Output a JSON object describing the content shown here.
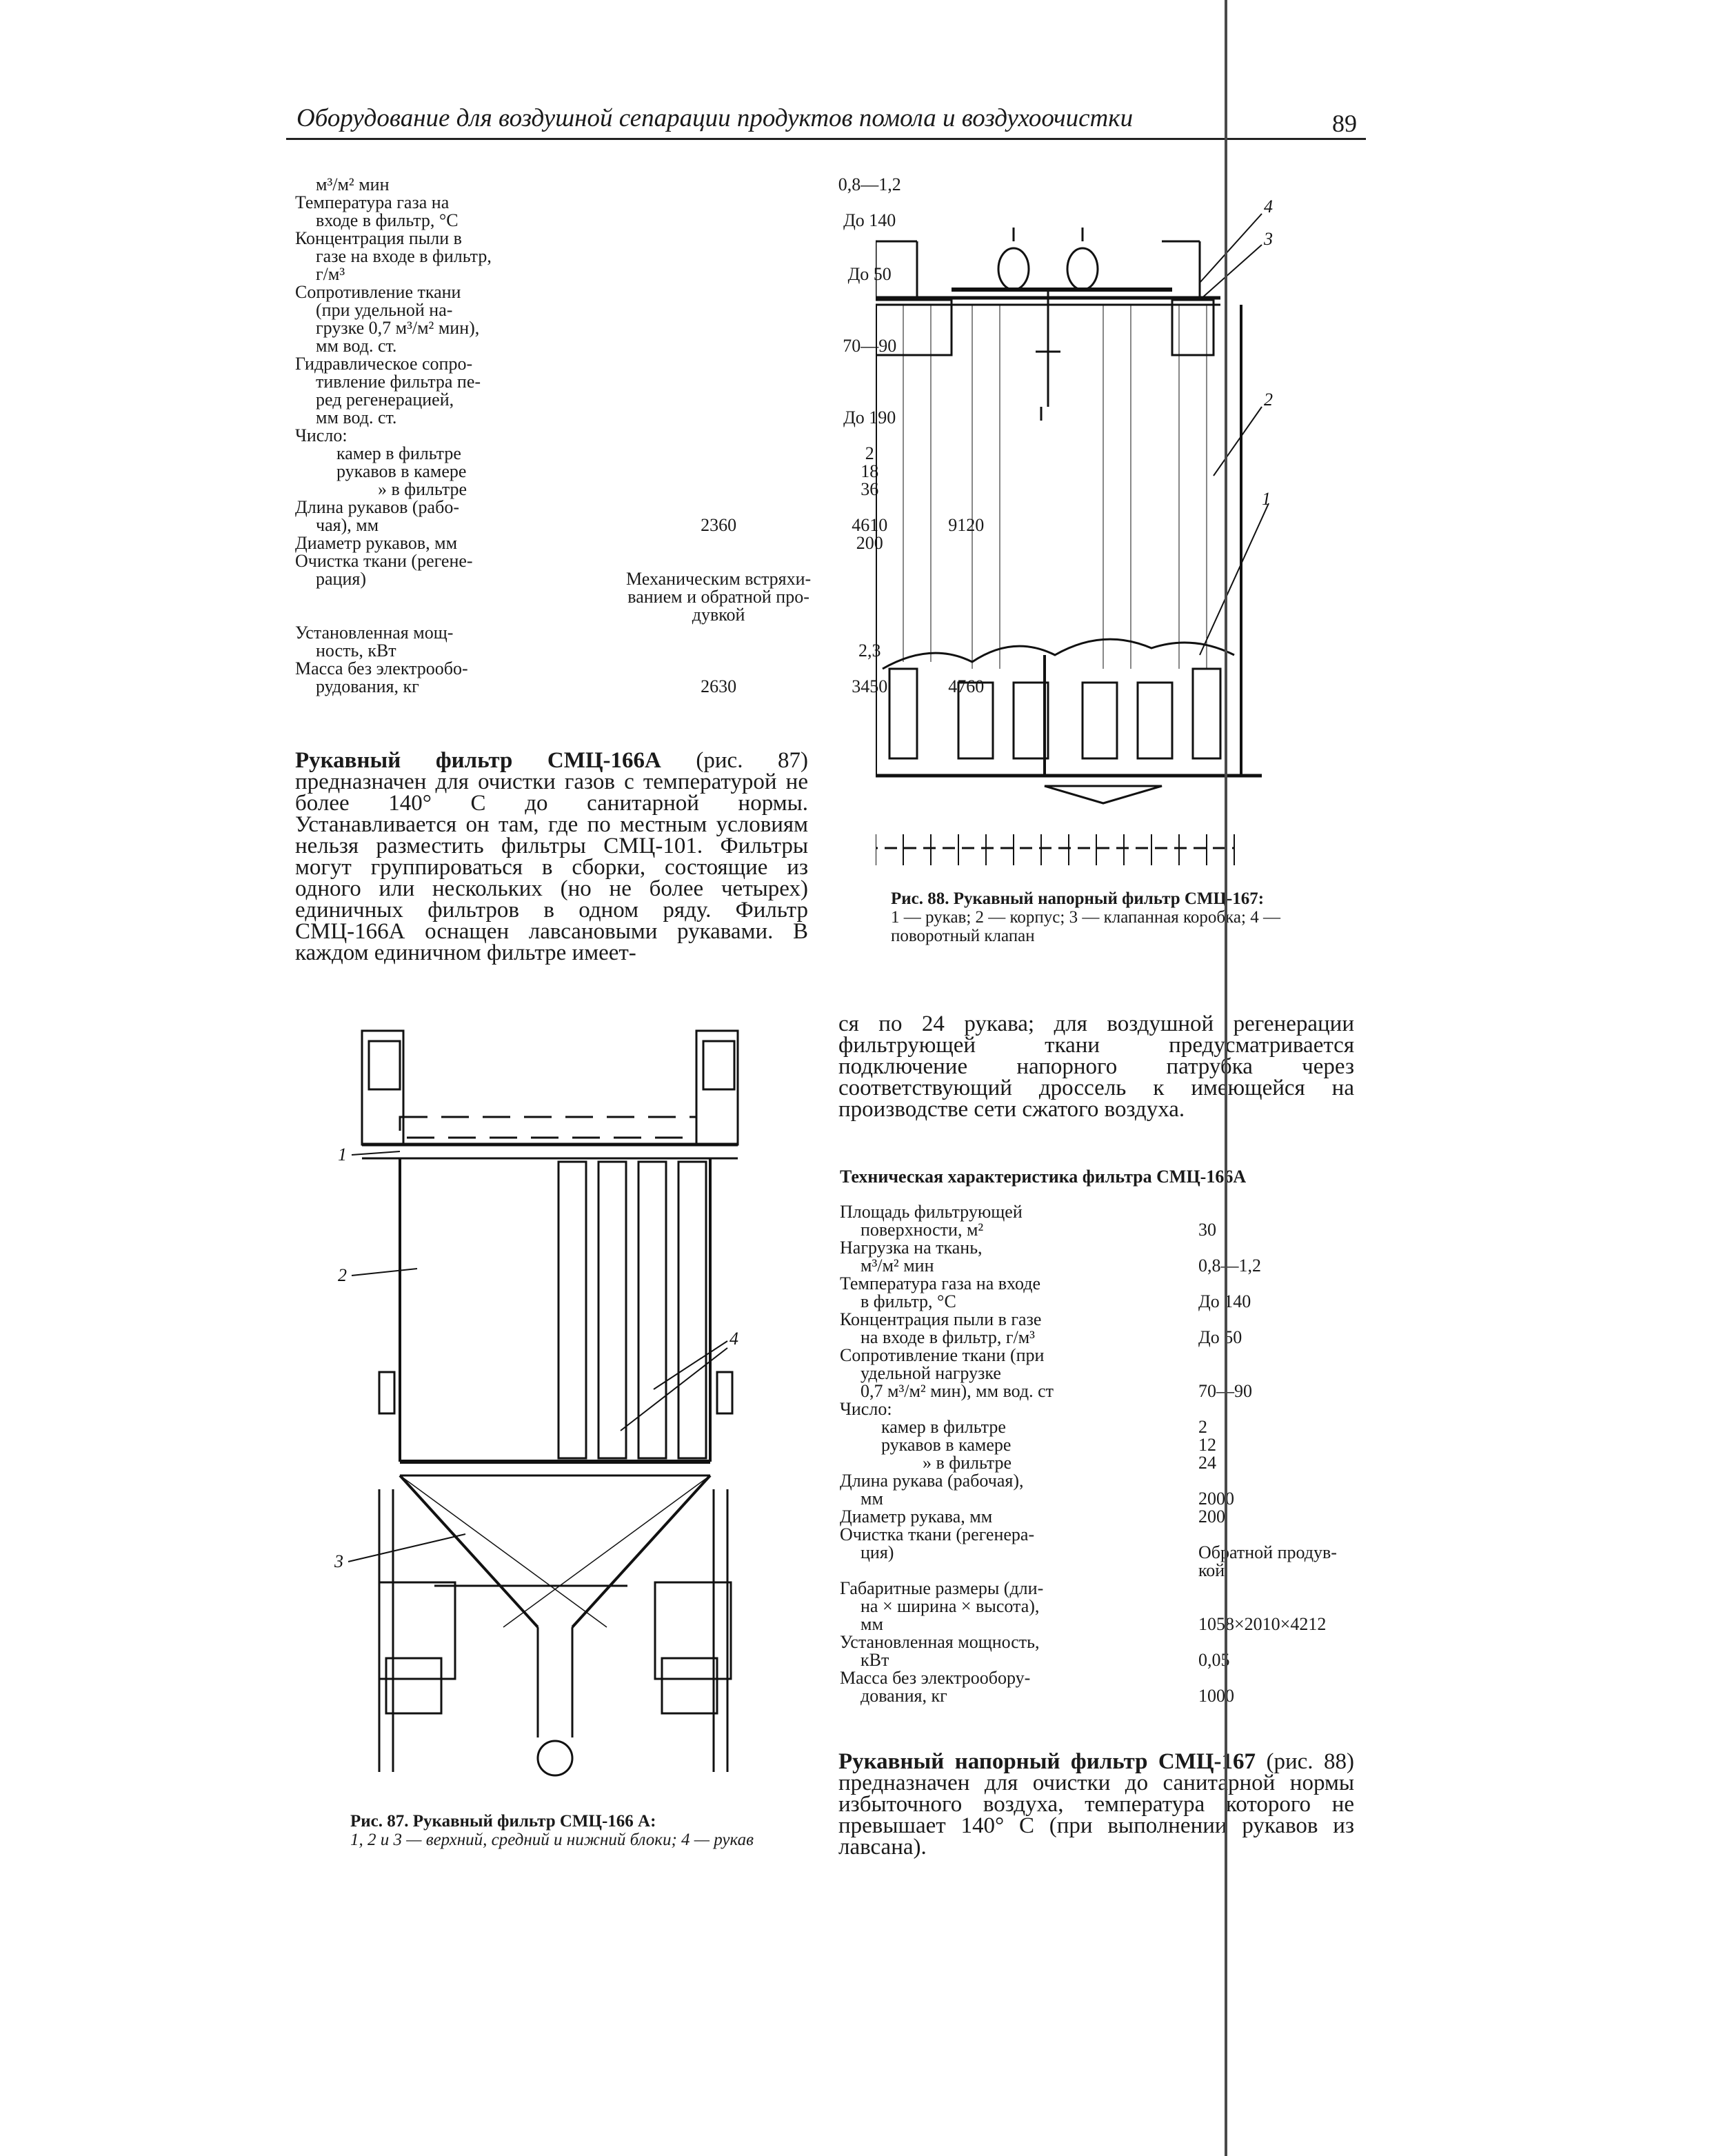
{
  "header": {
    "title": "Оборудование для воздушной сепарации продуктов помола и воздухоочистки",
    "page_number": "89"
  },
  "spec_table_1": {
    "rows": [
      {
        "label": "м³/м² мин",
        "a": "",
        "b": "0,8—1,2",
        "c": "",
        "indent": 1
      },
      {
        "label": "Температура газа на",
        "a": "",
        "b": "",
        "c": "",
        "indent": 0
      },
      {
        "label": "входе в фильтр, °С",
        "a": "",
        "b": "До 140",
        "c": "",
        "indent": 1
      },
      {
        "label": "Концентрация пыли в",
        "a": "",
        "b": "",
        "c": "",
        "indent": 0
      },
      {
        "label": "газе на входе в фильтр,",
        "a": "",
        "b": "",
        "c": "",
        "indent": 1
      },
      {
        "label": "г/м³",
        "a": "",
        "b": "До 50",
        "c": "",
        "indent": 1
      },
      {
        "label": "Сопротивление ткани",
        "a": "",
        "b": "",
        "c": "",
        "indent": 0
      },
      {
        "label": "(при удельной на-",
        "a": "",
        "b": "",
        "c": "",
        "indent": 1
      },
      {
        "label": "грузке 0,7 м³/м² мин),",
        "a": "",
        "b": "",
        "c": "",
        "indent": 1
      },
      {
        "label": "мм вод. ст.",
        "a": "",
        "b": "70—90",
        "c": "",
        "indent": 1
      },
      {
        "label": "Гидравлическое сопро-",
        "a": "",
        "b": "",
        "c": "",
        "indent": 0
      },
      {
        "label": "тивление фильтра пе-",
        "a": "",
        "b": "",
        "c": "",
        "indent": 1
      },
      {
        "label": "ред регенерацией,",
        "a": "",
        "b": "",
        "c": "",
        "indent": 1
      },
      {
        "label": "мм вод. ст.",
        "a": "",
        "b": "До 190",
        "c": "",
        "indent": 1
      },
      {
        "label": "Число:",
        "a": "",
        "b": "",
        "c": "",
        "indent": 0
      },
      {
        "label": "камер в фильтре",
        "a": "",
        "b": "2",
        "c": "",
        "indent": 2
      },
      {
        "label": "рукавов в камере",
        "a": "",
        "b": "18",
        "c": "",
        "indent": 2
      },
      {
        "label": "» в фильтре",
        "a": "",
        "b": "36",
        "c": "",
        "indent": 3
      },
      {
        "label": "Длина рукавов (рабо-",
        "a": "",
        "b": "",
        "c": "",
        "indent": 0
      },
      {
        "label": "чая), мм",
        "a": "2360",
        "b": "4610",
        "c": "9120",
        "indent": 1
      },
      {
        "label": "Диаметр рукавов, мм",
        "a": "",
        "b": "200",
        "c": "",
        "indent": 0
      },
      {
        "label": "Очистка ткани (регене-",
        "a": "",
        "b": "",
        "c": "",
        "indent": 0
      },
      {
        "label": "рация)",
        "a": "Механическим встряхи-",
        "b": "",
        "c": "",
        "indent": 1
      },
      {
        "label": "",
        "a": "ванием и обратной про-",
        "b": "",
        "c": "",
        "indent": 0
      },
      {
        "label": "",
        "a": "дувкой",
        "b": "",
        "c": "",
        "indent": 0
      },
      {
        "label": "Установленная мощ-",
        "a": "",
        "b": "",
        "c": "",
        "indent": 0
      },
      {
        "label": "ность, кВт",
        "a": "",
        "b": "2,3",
        "c": "",
        "indent": 1
      },
      {
        "label": "Масса без электрообо-",
        "a": "",
        "b": "",
        "c": "",
        "indent": 0
      },
      {
        "label": "рудования, кг",
        "a": "2630",
        "b": "3450",
        "c": "4760",
        "indent": 1
      }
    ]
  },
  "para_smc166a": {
    "bold": "Рукавный фильтр СМЦ-166А",
    "text": " (рис. 87) предназначен для очистки газов с температурой не более 140° С до санитарной нормы. Устанавливается он там, где по местным условиям нельзя разместить фильтры СМЦ-101. Фильтры могут группироваться в сборки, состоящие из одного или нескольких (но не более четырех) единичных фильтров в одном ряду. Фильтр СМЦ-166А оснащен лавсановыми рукавами. В каждом единичном фильтре имеет-"
  },
  "para_continued": "ся по 24 рукава; для воздушной регенерации фильтрующей ткани предусматривается подключение напорного патрубка через соответствующий дроссель к имеющейся на производстве сети сжатого воздуха.",
  "fig88": {
    "title": "Рис. 88. Рукавный напорный фильтр СМЦ-167:",
    "legend": "1 — рукав; 2 — корпус; 3 — клапанная коробка; 4 — поворотный клапан",
    "callouts": [
      "1",
      "2",
      "3",
      "4"
    ]
  },
  "fig87": {
    "title": "Рис. 87. Рукавный фильтр СМЦ-166 А:",
    "legend": "1, 2 и 3 — верхний, средний и нижний блоки; 4 — рукав",
    "callouts": [
      "1",
      "2",
      "3",
      "4"
    ]
  },
  "tech_heading": "Техническая характеристика фильтра СМЦ-166А",
  "spec_table_2": {
    "rows": [
      {
        "label": "Площадь фильтрующей",
        "val": "",
        "indent": 0
      },
      {
        "label": "поверхности, м²",
        "val": "30",
        "indent": 1
      },
      {
        "label": "Нагрузка на ткань,",
        "val": "",
        "indent": 0
      },
      {
        "label": "м³/м² мин",
        "val": "0,8—1,2",
        "indent": 1
      },
      {
        "label": "Температура газа на входе",
        "val": "",
        "indent": 0
      },
      {
        "label": "в фильтр, °С",
        "val": "До 140",
        "indent": 1
      },
      {
        "label": "Концентрация пыли в газе",
        "val": "",
        "indent": 0
      },
      {
        "label": "на входе в фильтр, г/м³",
        "val": "До 50",
        "indent": 1
      },
      {
        "label": "Сопротивление ткани (при",
        "val": "",
        "indent": 0
      },
      {
        "label": "удельной нагрузке",
        "val": "",
        "indent": 1
      },
      {
        "label": "0,7 м³/м² мин), мм вод. ст",
        "val": "70—90",
        "indent": 1
      },
      {
        "label": "Число:",
        "val": "",
        "indent": 0
      },
      {
        "label": "камер в фильтре",
        "val": "2",
        "indent": 2
      },
      {
        "label": "рукавов в камере",
        "val": "12",
        "indent": 2
      },
      {
        "label": "» в фильтре",
        "val": "24",
        "indent": 3
      },
      {
        "label": "Длина рукава (рабочая),",
        "val": "",
        "indent": 0
      },
      {
        "label": "мм",
        "val": "2000",
        "indent": 1
      },
      {
        "label": "Диаметр рукава, мм",
        "val": "200",
        "indent": 0
      },
      {
        "label": "Очистка ткани (регенера-",
        "val": "",
        "indent": 0
      },
      {
        "label": "ция)",
        "val": "Обратной продув-",
        "indent": 1
      },
      {
        "label": "",
        "val": "кой",
        "indent": 0
      },
      {
        "label": "Габаритные размеры (дли-",
        "val": "",
        "indent": 0
      },
      {
        "label": "на × ширина × высота),",
        "val": "",
        "indent": 1
      },
      {
        "label": "мм",
        "val": "1058×2010×4212",
        "indent": 1
      },
      {
        "label": "Установленная мощность,",
        "val": "",
        "indent": 0
      },
      {
        "label": "кВт",
        "val": "0,05",
        "indent": 1
      },
      {
        "label": "Масса без электрообору-",
        "val": "",
        "indent": 0
      },
      {
        "label": "дования, кг",
        "val": "1000",
        "indent": 1
      }
    ]
  },
  "para_smc167": {
    "bold": "Рукавный напорный фильтр СМЦ-167",
    "text": " (рис. 88) предназначен для очистки до санитарной нормы избыточного воздуха, температура которого не превышает 140° С (при выполнении рукавов из лавсана)."
  }
}
